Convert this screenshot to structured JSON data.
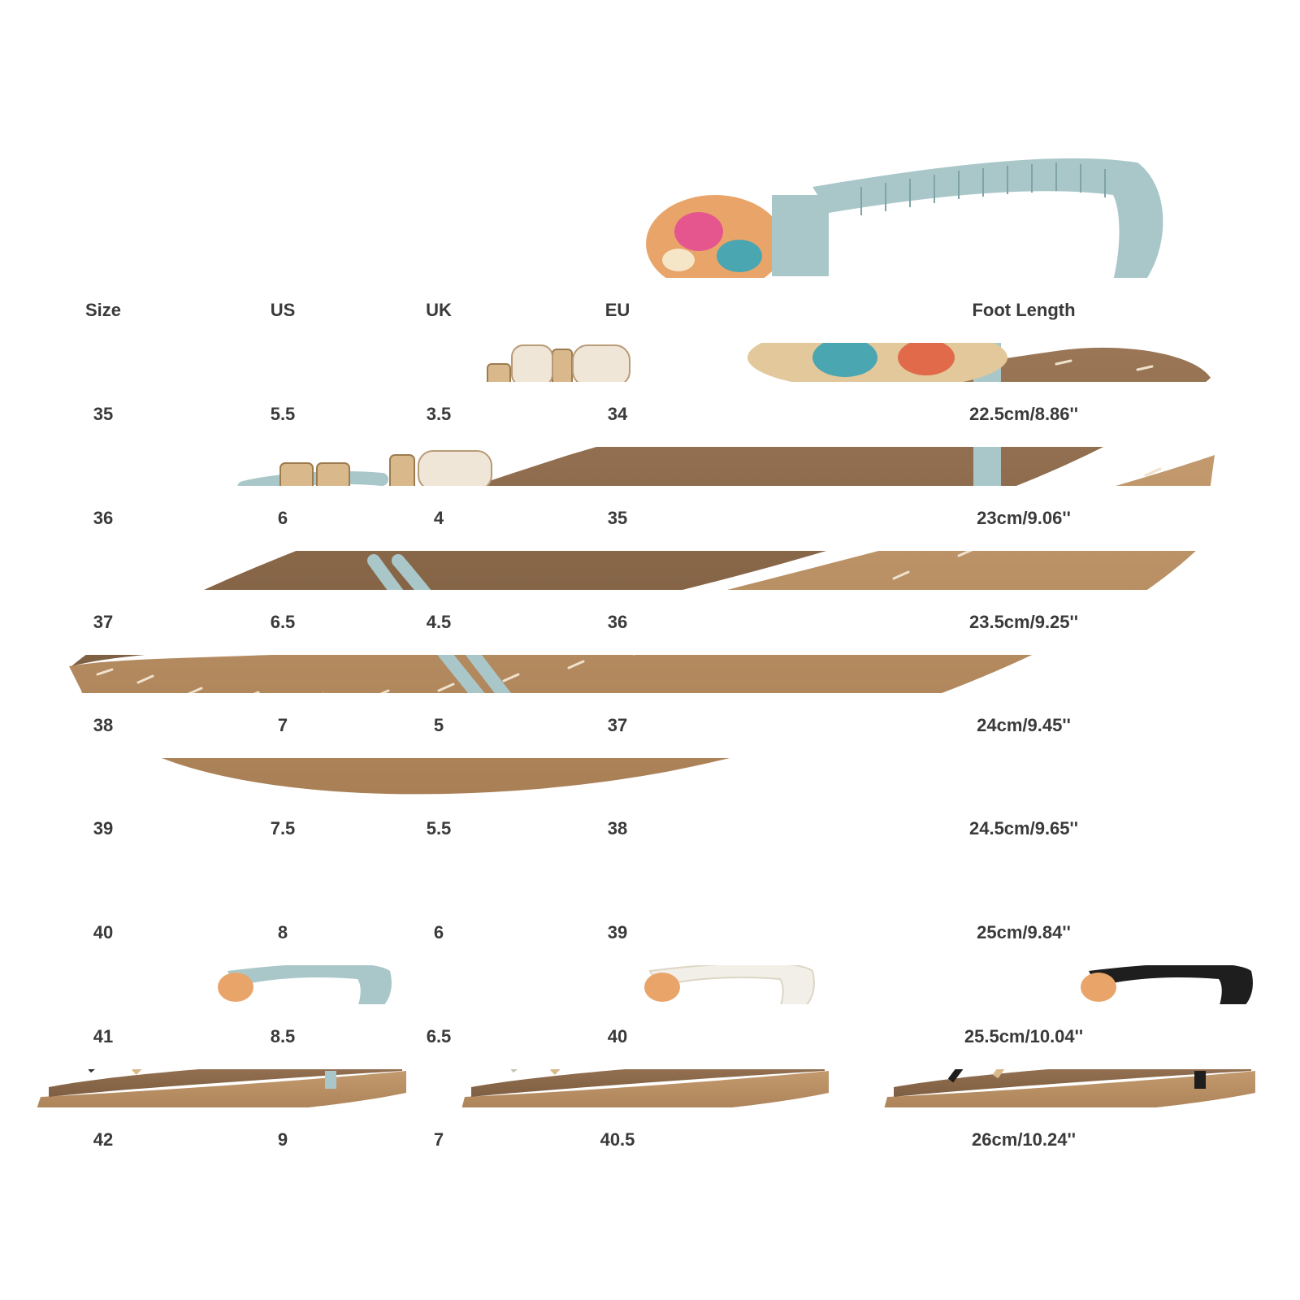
{
  "size_chart": {
    "headers": {
      "size": "Size",
      "us": "US",
      "uk": "UK",
      "eu": "EU",
      "foot_length": "Foot Length"
    },
    "rows": [
      {
        "size": "35",
        "us": "5.5",
        "uk": "3.5",
        "eu": "34",
        "foot_length": "22.5cm/8.86''"
      },
      {
        "size": "36",
        "us": "6",
        "uk": "4",
        "eu": "35",
        "foot_length": "23cm/9.06''"
      },
      {
        "size": "37",
        "us": "6.5",
        "uk": "4.5",
        "eu": "36",
        "foot_length": "23.5cm/9.25''"
      },
      {
        "size": "38",
        "us": "7",
        "uk": "5",
        "eu": "37",
        "foot_length": "24cm/9.45''"
      },
      {
        "size": "39",
        "us": "7.5",
        "uk": "5.5",
        "eu": "38",
        "foot_length": "24.5cm/9.65''"
      },
      {
        "size": "40",
        "us": "8",
        "uk": "6",
        "eu": "39",
        "foot_length": "25cm/9.84''"
      },
      {
        "size": "41",
        "us": "8.5",
        "uk": "6.5",
        "eu": "40",
        "foot_length": "25.5cm/10.04''"
      },
      {
        "size": "42",
        "us": "9",
        "uk": "7",
        "eu": "40.5",
        "foot_length": "26cm/10.24''"
      }
    ]
  },
  "colors": {
    "insole": "#8c6a4a",
    "sole": "#b48a5e",
    "strap_blue": "#a9c7c9",
    "strap_white": "#f1efe8",
    "strap_black": "#1e1e1e",
    "metal": "#d9b98c",
    "text": "#3a3a3a"
  }
}
